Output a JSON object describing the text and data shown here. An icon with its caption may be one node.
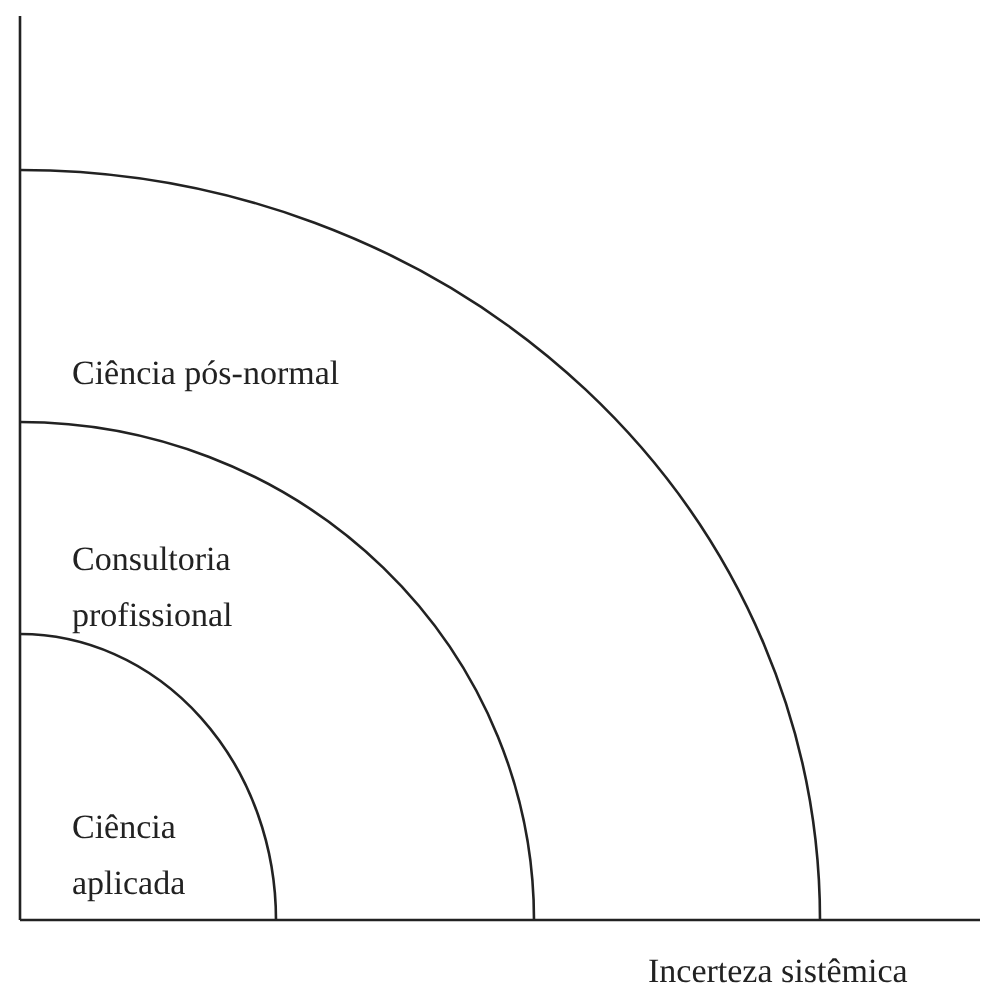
{
  "diagram": {
    "nodes": [
      {
        "text": [
          "Ciência pós-normal"
        ]
      },
      {
        "text": [
          "Consultoria profissional"
        ],
        "in": 0
      },
      {
        "text": [
          "Ciência aplicada"
        ],
        "in": 1
      }
    ],
    "labels": [
      "Incerteza sistêmica"
    ]
  }
}
